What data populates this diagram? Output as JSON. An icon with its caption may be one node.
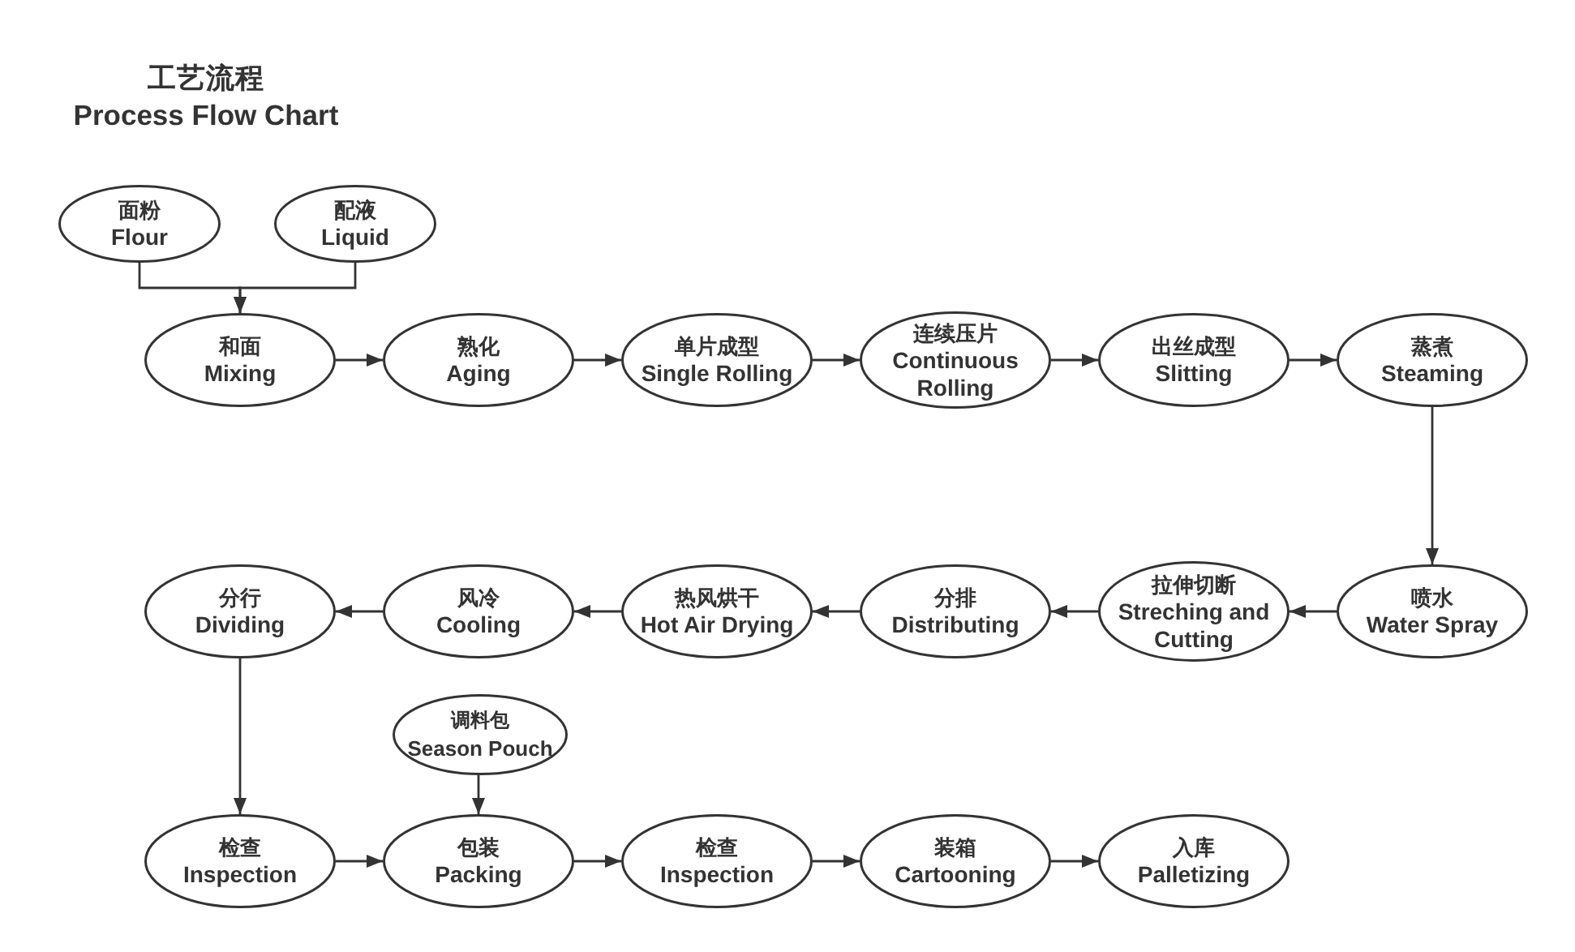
{
  "diagram": {
    "title": "工艺流程 Process Flow Chart",
    "nodes": [
      {
        "text": [
          "面粉",
          "Flour"
        ]
      },
      {
        "text": [
          "配液",
          "Liquid"
        ]
      },
      {
        "text": [
          "和面",
          "Mixing"
        ]
      },
      {
        "text": [
          "熟化",
          "Aging"
        ]
      },
      {
        "text": [
          "单片成型",
          "Single Rolling"
        ]
      },
      {
        "text": [
          "连续压片",
          "Continuous Rolling"
        ]
      },
      {
        "text": [
          "出丝成型",
          "Slitting"
        ]
      },
      {
        "text": [
          "蒸煮",
          "Steaming"
        ]
      },
      {
        "text": [
          "分行",
          "Dividing"
        ]
      },
      {
        "text": [
          "风冷",
          "Cooling"
        ]
      },
      {
        "text": [
          "热风烘干",
          "Hot Air Drying"
        ]
      },
      {
        "text": [
          "分排",
          "Distributing"
        ]
      },
      {
        "text": [
          "拉伸切断",
          "Streching and Cutting"
        ]
      },
      {
        "text": [
          "喷水",
          "Water Spray"
        ]
      },
      {
        "text": [
          "调料包",
          "Season Pouch"
        ]
      },
      {
        "text": [
          "检查",
          "Inspection"
        ]
      },
      {
        "text": [
          "包装",
          "Packing"
        ]
      },
      {
        "text": [
          "检查",
          "Inspection"
        ]
      },
      {
        "text": [
          "装箱",
          "Cartooning"
        ]
      },
      {
        "text": [
          "入库",
          "Palletizing"
        ]
      }
    ],
    "edges": [
      {
        "from": 0,
        "to": 2,
        "arrow": "to"
      },
      {
        "from": 1,
        "to": 2,
        "arrow": "to"
      },
      {
        "from": 2,
        "to": 3,
        "arrow": "to"
      },
      {
        "from": 3,
        "to": 4,
        "arrow": "to"
      },
      {
        "from": 4,
        "to": 5,
        "arrow": "to"
      },
      {
        "from": 5,
        "to": 6,
        "arrow": "to"
      },
      {
        "from": 6,
        "to": 7,
        "arrow": "to"
      },
      {
        "from": 7,
        "to": 13,
        "arrow": "to"
      },
      {
        "from": 13,
        "to": 12,
        "arrow": "to"
      },
      {
        "from": 12,
        "to": 11,
        "arrow": "to"
      },
      {
        "from": 11,
        "to": 10,
        "arrow": "to"
      },
      {
        "from": 10,
        "to": 9,
        "arrow": "to"
      },
      {
        "from": 9,
        "to": 8,
        "arrow": "to"
      },
      {
        "from": 8,
        "to": 15,
        "arrow": "to"
      },
      {
        "from": 15,
        "to": 16,
        "arrow": "to"
      },
      {
        "from": 14,
        "to": 16,
        "arrow": "to"
      },
      {
        "from": 16,
        "to": 17,
        "arrow": "to"
      },
      {
        "from": 17,
        "to": 18,
        "arrow": "to"
      },
      {
        "from": 18,
        "to": 19,
        "arrow": "to"
      }
    ]
  }
}
